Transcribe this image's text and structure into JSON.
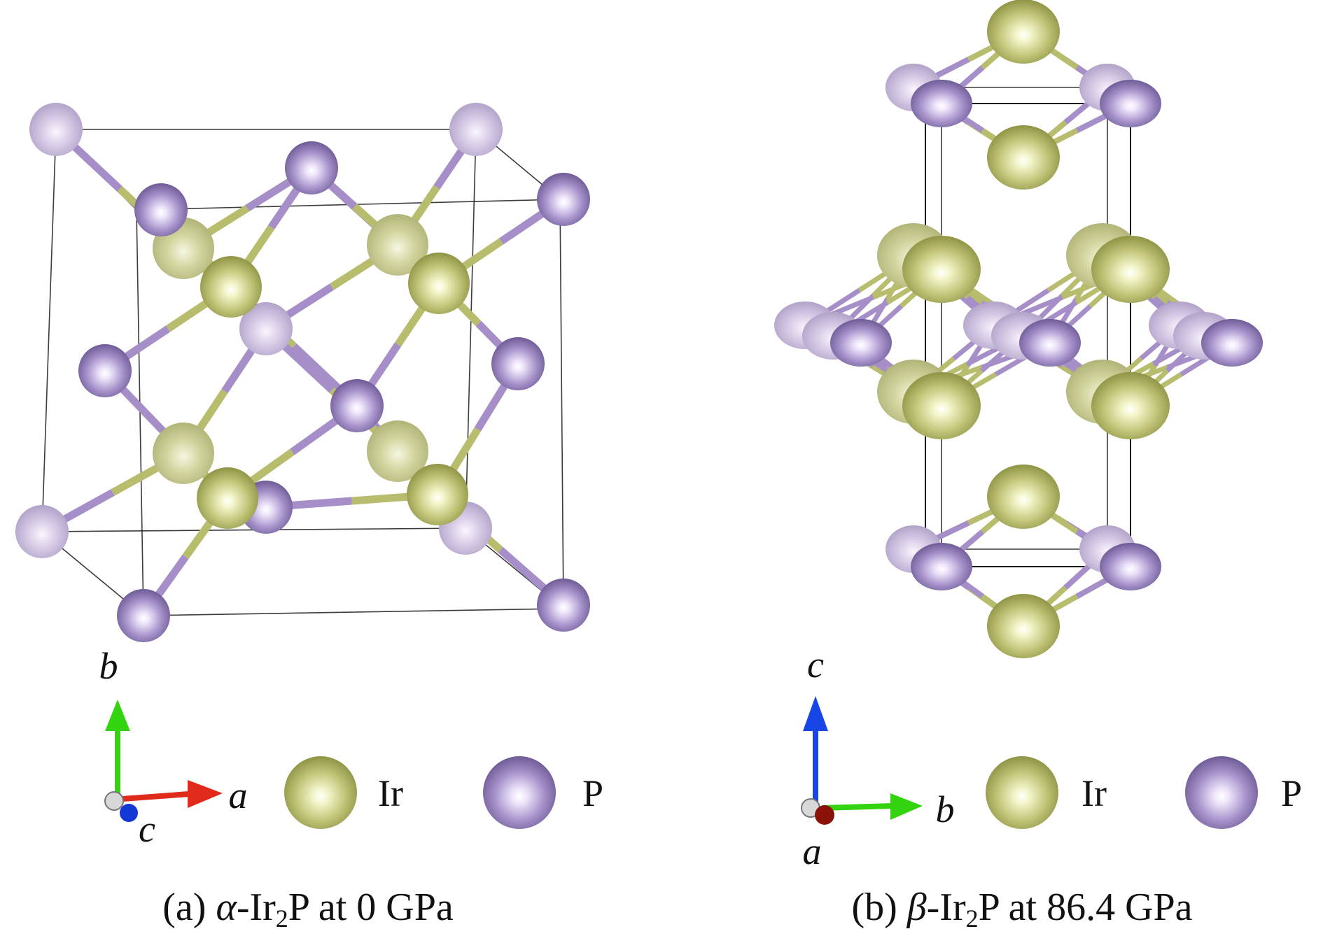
{
  "colors": {
    "ir": "#b7bd6d",
    "p": "#a68fc8",
    "axis_a": "#e02a1a",
    "axis_b": "#33d40f",
    "axis_c": "#1845e6"
  },
  "panels": [
    {
      "caption": {
        "prefix": "(a) ",
        "symbol": "α",
        "element": "-Ir",
        "subscript": "2",
        "suffix": "P at 0 GPa"
      },
      "axes": {
        "up": "b",
        "right": "a",
        "out": "c"
      },
      "legend": [
        {
          "element": "Ir",
          "icon": "ir-atom-icon"
        },
        {
          "element": "P",
          "icon": "p-atom-icon"
        }
      ]
    },
    {
      "caption": {
        "prefix": "(b) ",
        "symbol": "β",
        "element": "-Ir",
        "subscript": "2",
        "suffix": "P at 86.4 GPa"
      },
      "axes": {
        "up": "c",
        "right": "b",
        "out": "a"
      },
      "legend": [
        {
          "element": "Ir",
          "icon": "ir-atom-icon"
        },
        {
          "element": "P",
          "icon": "p-atom-icon"
        }
      ]
    }
  ]
}
